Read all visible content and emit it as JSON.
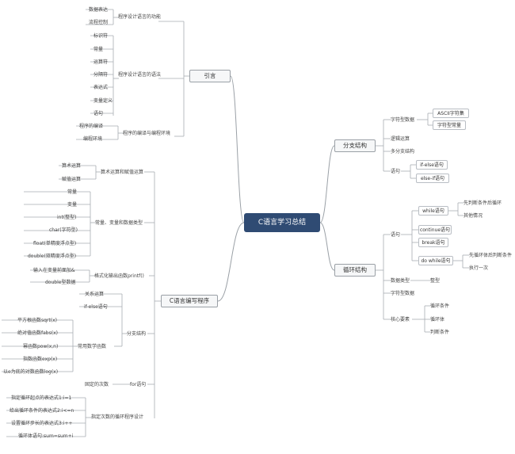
{
  "root": "C语言学习总结",
  "intro": {
    "title": "引言",
    "func": "程序设计语言的功能",
    "data_expr": "数据表达",
    "flow_ctrl": "流程控制",
    "syntax": "程序设计语言的语法",
    "identifier": "标识符",
    "constant": "常量",
    "operator": "运算符",
    "separator": "分隔符",
    "expression": "表达式",
    "var_def": "变量定义",
    "statement": "语句",
    "compile_env": "程序的编译与编程环境",
    "compile": "程序的编译",
    "env": "编程环境"
  },
  "prog": {
    "title": "C语言编写程序",
    "arith": "算术运算和赋值运算",
    "arith_op": "算术运算",
    "assign_op": "赋值运算",
    "types": "常量、变量和数据类型",
    "t_const": "常量",
    "t_var": "变量",
    "t_int": "int(整型)",
    "t_char": "char(字符型)",
    "t_float": "float(单精度浮点型)",
    "t_double": "double(双精度浮点型)",
    "printf": "格式化输出函数printf()",
    "p_input": "输入在变量前面加&",
    "p_double": "double型数据",
    "branch": "分支结构",
    "relation": "关系运算",
    "ifelse": "if-else语句",
    "mathfn": "常用数学函数",
    "sqrt": "平方根函数sqrt(x)",
    "fabs": "绝对值函数fabs(x)",
    "pow": "幂函数pow(x,n)",
    "exp": "指数函数exp(x)",
    "log": "以e为底的对数函数log(x)",
    "forstmt": "for语句",
    "fixed_loop": "固定的次数",
    "loop_design": "指定次数的循环程序设计",
    "init": "指定循环起点的表达式1:i=1",
    "cond": "给出循环条件的表达式2:i<=n",
    "step": "设置循环步长的表达式3:i++",
    "body": "循环体语句:sum=sum+i"
  },
  "branchsec": {
    "title": "分支结构",
    "char_data": "字符型数据",
    "ascii": "ASCII字符集",
    "char_const": "字符型常量",
    "logic": "逻辑运算",
    "multi": "多分支结构",
    "stmt": "语句",
    "if_else": "if-else语句",
    "else_if": "else-if语句"
  },
  "loop": {
    "title": "循环结构",
    "stmt": "语句",
    "while": "while语句",
    "w1": "先判断条件后循环",
    "w2": "其他情况",
    "continue": "continue语句",
    "break": "break语句",
    "dowhile": "do while语句",
    "d1": "先循环体后判断条件",
    "d2": "执行一次",
    "dtype": "数据类型",
    "int_type": "整型",
    "char_type": "字符型数据",
    "core": "核心要素",
    "c1": "循环条件",
    "c2": "循环体",
    "c3": "判断条件"
  }
}
